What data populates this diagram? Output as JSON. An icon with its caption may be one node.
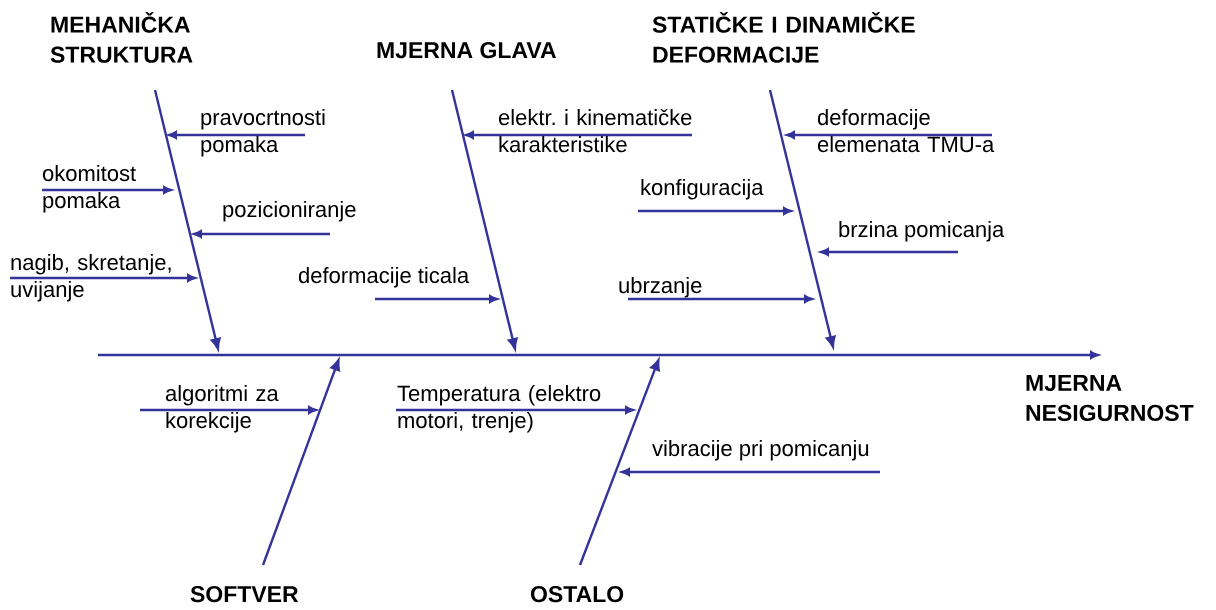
{
  "diagram": {
    "nodes": [
      {
        "text": [
          "MEHANIČKA STRUKTURA"
        ]
      },
      {
        "text": [
          "MJERNA GLAVA"
        ]
      },
      {
        "text": [
          "STATIČKE I DINAMIČKE DEFORMACIJE"
        ]
      },
      {
        "text": [
          "pravocrtnosti pomaka"
        ]
      },
      {
        "text": [
          "elektr. i kinematičke karakteristike"
        ]
      },
      {
        "text": [
          "deformacije elemenata TMU-a"
        ]
      },
      {
        "text": [
          "okomitost pomaka"
        ]
      },
      {
        "text": [
          "konfiguracija"
        ]
      },
      {
        "text": [
          "pozicioniranje"
        ]
      },
      {
        "text": [
          "brzina pomicanja"
        ]
      },
      {
        "text": [
          "nagib, skretanje, uvijanje"
        ]
      },
      {
        "text": [
          "deformacije ticala"
        ]
      },
      {
        "text": [
          "ubrzanje"
        ]
      },
      {
        "text": [
          "MJERNA NESIGURNOST"
        ]
      },
      {
        "text": [
          "algoritmi za korekcije"
        ]
      },
      {
        "text": [
          "Temperatura (elektro motori, trenje)"
        ]
      },
      {
        "text": [
          "vibracije pri pomicanju"
        ]
      },
      {
        "text": [
          "SOFTVER"
        ]
      },
      {
        "text": [
          "OSTALO"
        ]
      }
    ],
    "edges": [
      {
        "from": 0,
        "to": null,
        "arrow": "to"
      },
      {
        "from": 1,
        "to": null,
        "arrow": "to"
      },
      {
        "from": 2,
        "to": null,
        "arrow": "to"
      },
      {
        "from": 17,
        "to": null,
        "arrow": "to"
      },
      {
        "from": 18,
        "to": null,
        "arrow": "to"
      },
      {
        "from": 3,
        "to": null,
        "arrow": "to"
      },
      {
        "from": 4,
        "to": null,
        "arrow": "to"
      },
      {
        "from": 5,
        "to": null,
        "arrow": "to"
      },
      {
        "from": 6,
        "to": null,
        "arrow": "to"
      },
      {
        "from": 7,
        "to": null,
        "arrow": "to"
      },
      {
        "from": 8,
        "to": null,
        "arrow": "to"
      },
      {
        "from": 9,
        "to": null,
        "arrow": "to"
      },
      {
        "from": 10,
        "to": null,
        "arrow": "to"
      },
      {
        "from": 11,
        "to": null,
        "arrow": "to"
      },
      {
        "from": 12,
        "to": null,
        "arrow": "to"
      },
      {
        "from": 14,
        "to": null,
        "arrow": "to"
      },
      {
        "from": 15,
        "to": null,
        "arrow": "to"
      },
      {
        "from": 16,
        "to": null,
        "arrow": "to"
      },
      {
        "from": null,
        "to": 13,
        "arrow": "to"
      }
    ]
  }
}
